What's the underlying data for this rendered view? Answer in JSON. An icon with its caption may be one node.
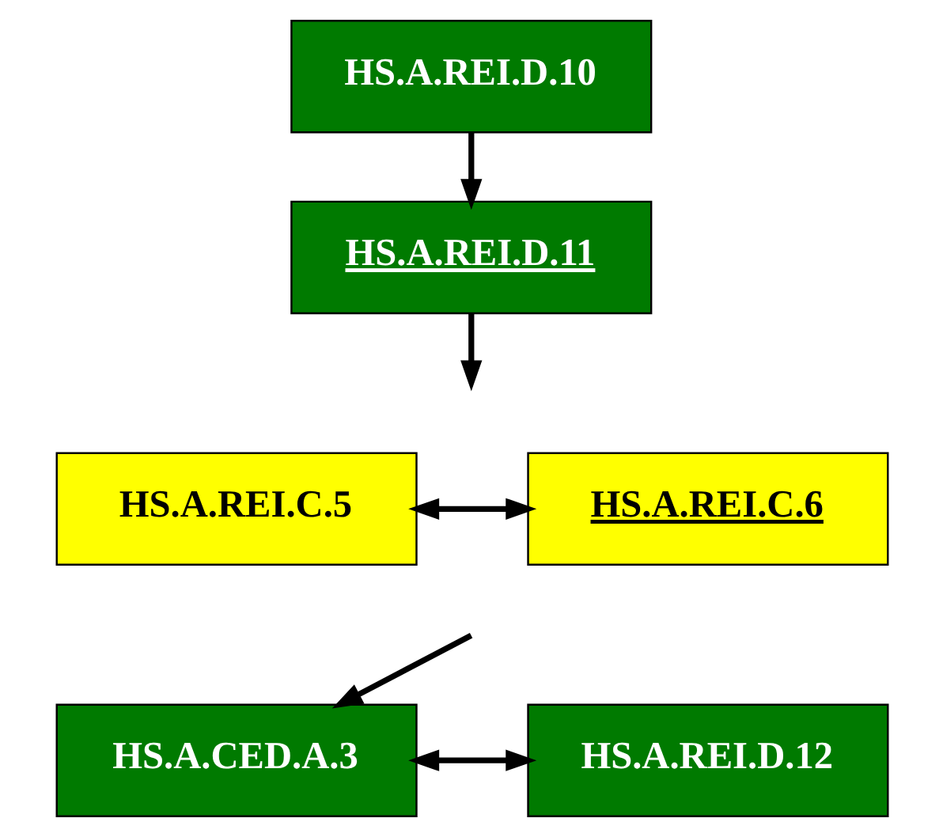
{
  "diagram": {
    "nodes": [
      {
        "text": [
          "HS.A.REI.D.10"
        ]
      },
      {
        "text": [
          "HS.A.REI.D.11"
        ]
      },
      {
        "text": [
          "HS.A.REI.C.5"
        ]
      },
      {
        "text": [
          "HS.A.REI.C.6"
        ]
      },
      {
        "text": [
          "HS.A.CED.A.3"
        ]
      },
      {
        "text": [
          "HS.A.REI.D.12"
        ]
      }
    ],
    "edges": [
      {
        "from": 0,
        "to": 1,
        "arrow": "to"
      },
      {
        "from": 1,
        "to": null,
        "arrow": "to"
      },
      {
        "from": 2,
        "to": 3,
        "arrow": "both"
      },
      {
        "from": null,
        "to": 4,
        "arrow": "to"
      },
      {
        "from": 4,
        "to": 5,
        "arrow": "both"
      }
    ]
  }
}
